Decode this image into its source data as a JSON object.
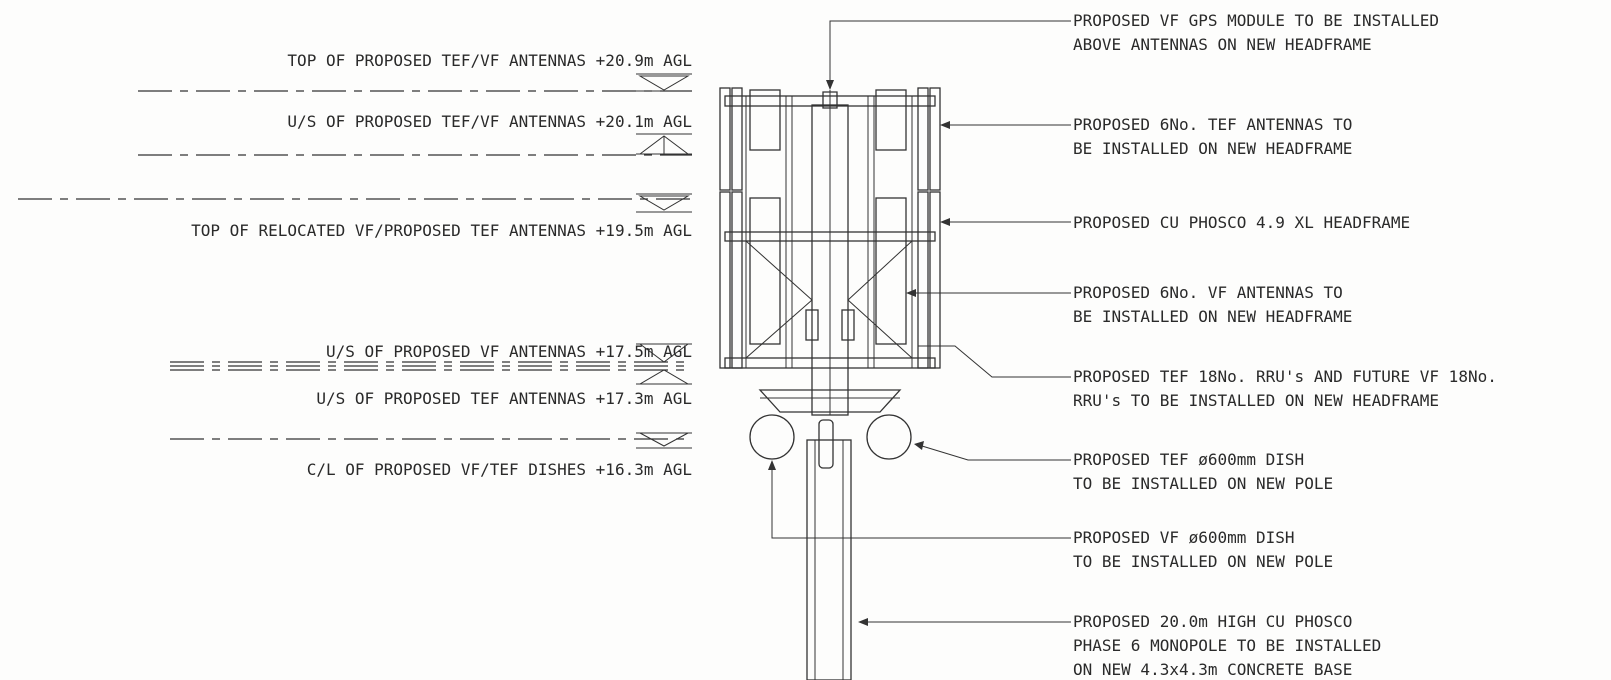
{
  "levels": [
    {
      "text": "TOP OF PROPOSED TEF/VF ANTENNAS +20.9m AGL"
    },
    {
      "text": "U/S OF PROPOSED TEF/VF ANTENNAS +20.1m AGL"
    },
    {
      "text": "TOP OF RELOCATED VF/PROPOSED TEF ANTENNAS +19.5m AGL"
    },
    {
      "text": "U/S OF PROPOSED VF ANTENNAS +17.5m AGL"
    },
    {
      "text": "U/S OF PROPOSED TEF ANTENNAS +17.3m AGL"
    },
    {
      "text": "C/L OF PROPOSED VF/TEF DISHES +16.3m AGL"
    }
  ],
  "callouts": [
    {
      "lines": [
        "PROPOSED VF GPS MODULE TO BE INSTALLED",
        "ABOVE ANTENNAS ON NEW HEADFRAME"
      ]
    },
    {
      "lines": [
        "PROPOSED 6No. TEF ANTENNAS TO",
        "BE INSTALLED ON NEW HEADFRAME"
      ]
    },
    {
      "lines": [
        "PROPOSED CU PHOSCO 4.9 XL HEADFRAME"
      ]
    },
    {
      "lines": [
        "PROPOSED 6No. VF ANTENNAS TO",
        "BE INSTALLED ON NEW HEADFRAME"
      ]
    },
    {
      "lines": [
        "PROPOSED TEF 18No. RRU's AND FUTURE VF 18No.",
        "RRU's TO BE INSTALLED ON NEW HEADFRAME"
      ]
    },
    {
      "lines": [
        "PROPOSED TEF ø600mm DISH",
        "TO BE INSTALLED ON NEW POLE"
      ]
    },
    {
      "lines": [
        "PROPOSED VF ø600mm DISH",
        "TO BE INSTALLED ON NEW POLE"
      ]
    },
    {
      "lines": [
        "PROPOSED 20.0m HIGH CU PHOSCO",
        "PHASE 6 MONOPOLE TO BE INSTALLED",
        "ON NEW 4.3x4.3m CONCRETE BASE"
      ]
    }
  ]
}
